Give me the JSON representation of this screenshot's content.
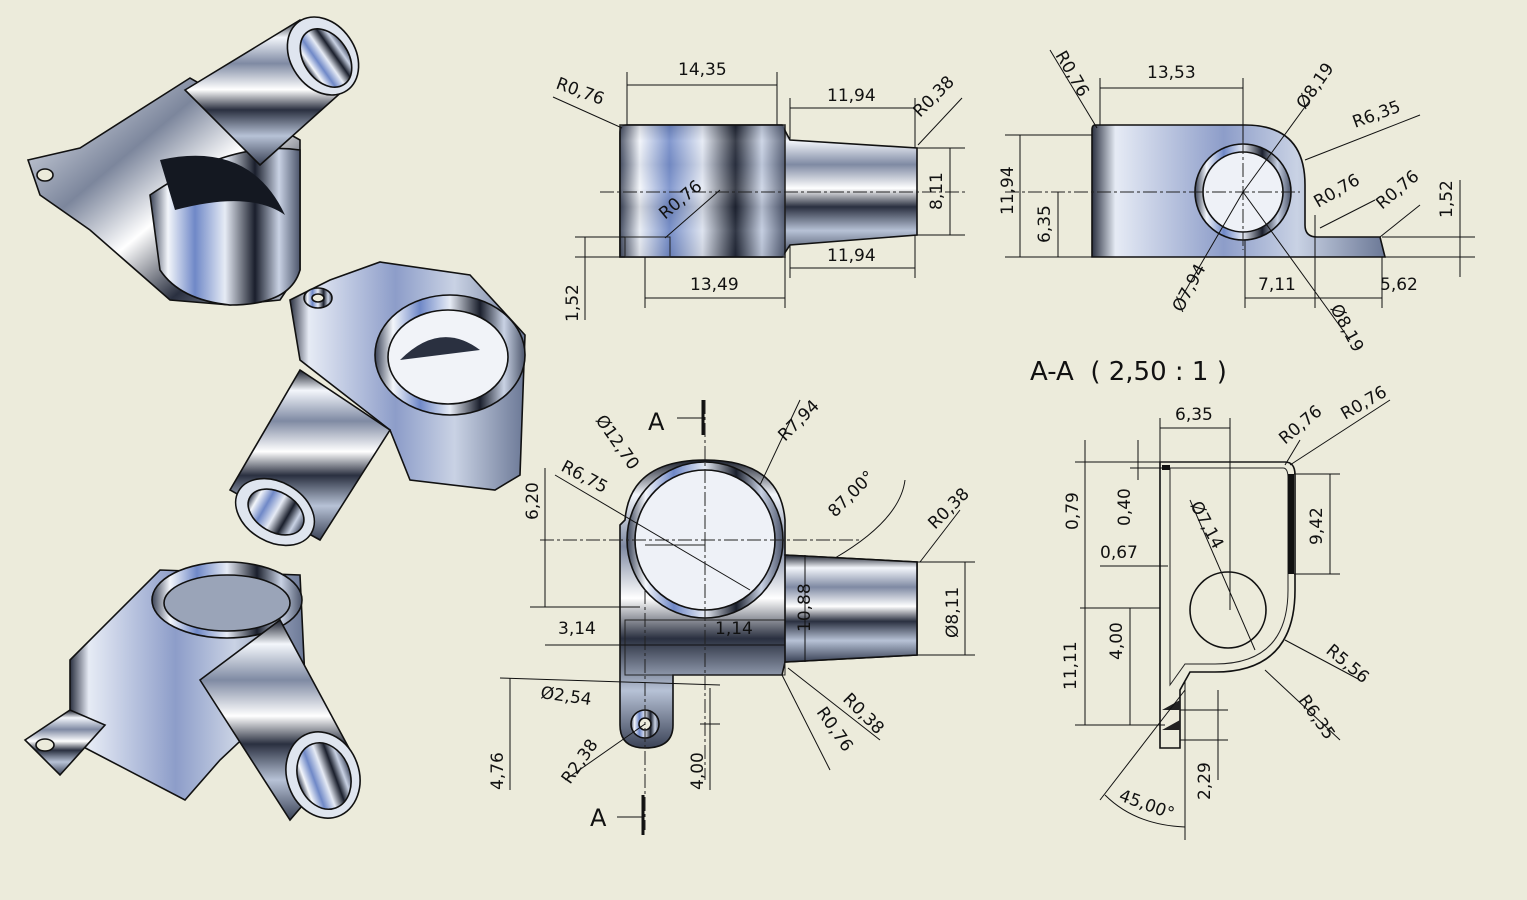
{
  "colors": {
    "background": "#ecebdb",
    "ink": "#111111",
    "metal_light": "#f3f6fb",
    "metal_mid": "#b7c2d6",
    "metal_dark": "#1a1f2c",
    "accent_blue": "#6f88c7"
  },
  "section_title": "A-A  ( 2,50 : 1 )",
  "view_labels": {
    "section_arrow_top": "A",
    "section_arrow_bottom": "A"
  },
  "front_view": {
    "d1": "14,35",
    "d2": "11,94",
    "d3": "R0,76",
    "d4": "R0,38",
    "d5": "R0,76",
    "d6": "8,11",
    "d7": "11,94",
    "d8": "13,49",
    "d9": "1,52"
  },
  "side_view": {
    "d1": "R0,76",
    "d2": "13,53",
    "d3": "Ø8,19",
    "d4": "R6,35",
    "d5": "11,94",
    "d6": "6,35",
    "d7": "R0,76",
    "d8": "R0,76",
    "d9": "1,52",
    "d10": "Ø7,94",
    "d11": "7,11",
    "d12": "5,62",
    "d13": "Ø8,19"
  },
  "top_view": {
    "d1": "Ø12,70",
    "d2": "R7,94",
    "d3": "R6,75",
    "d4": "87,00°",
    "d5": "6,20",
    "d6": "R0,38",
    "d7": "10,88",
    "d8": "Ø8,11",
    "d9": "3,14",
    "d10": "1,14",
    "d11": "Ø2,54",
    "d12": "R0,38",
    "d13": "R0,76",
    "d14": "R2,38",
    "d15": "4,76",
    "d16": "4,00"
  },
  "section_view": {
    "d1": "6,35",
    "d2": "R0,76",
    "d3": "R0,76",
    "d4": "0,79",
    "d5": "0,40",
    "d6": "Ø7,14",
    "d7": "9,42",
    "d8": "0,67",
    "d9": "11,11",
    "d10": "4,00",
    "d11": "R5,56",
    "d12": "R6,35",
    "d13": "45,00°",
    "d14": "2,29"
  }
}
